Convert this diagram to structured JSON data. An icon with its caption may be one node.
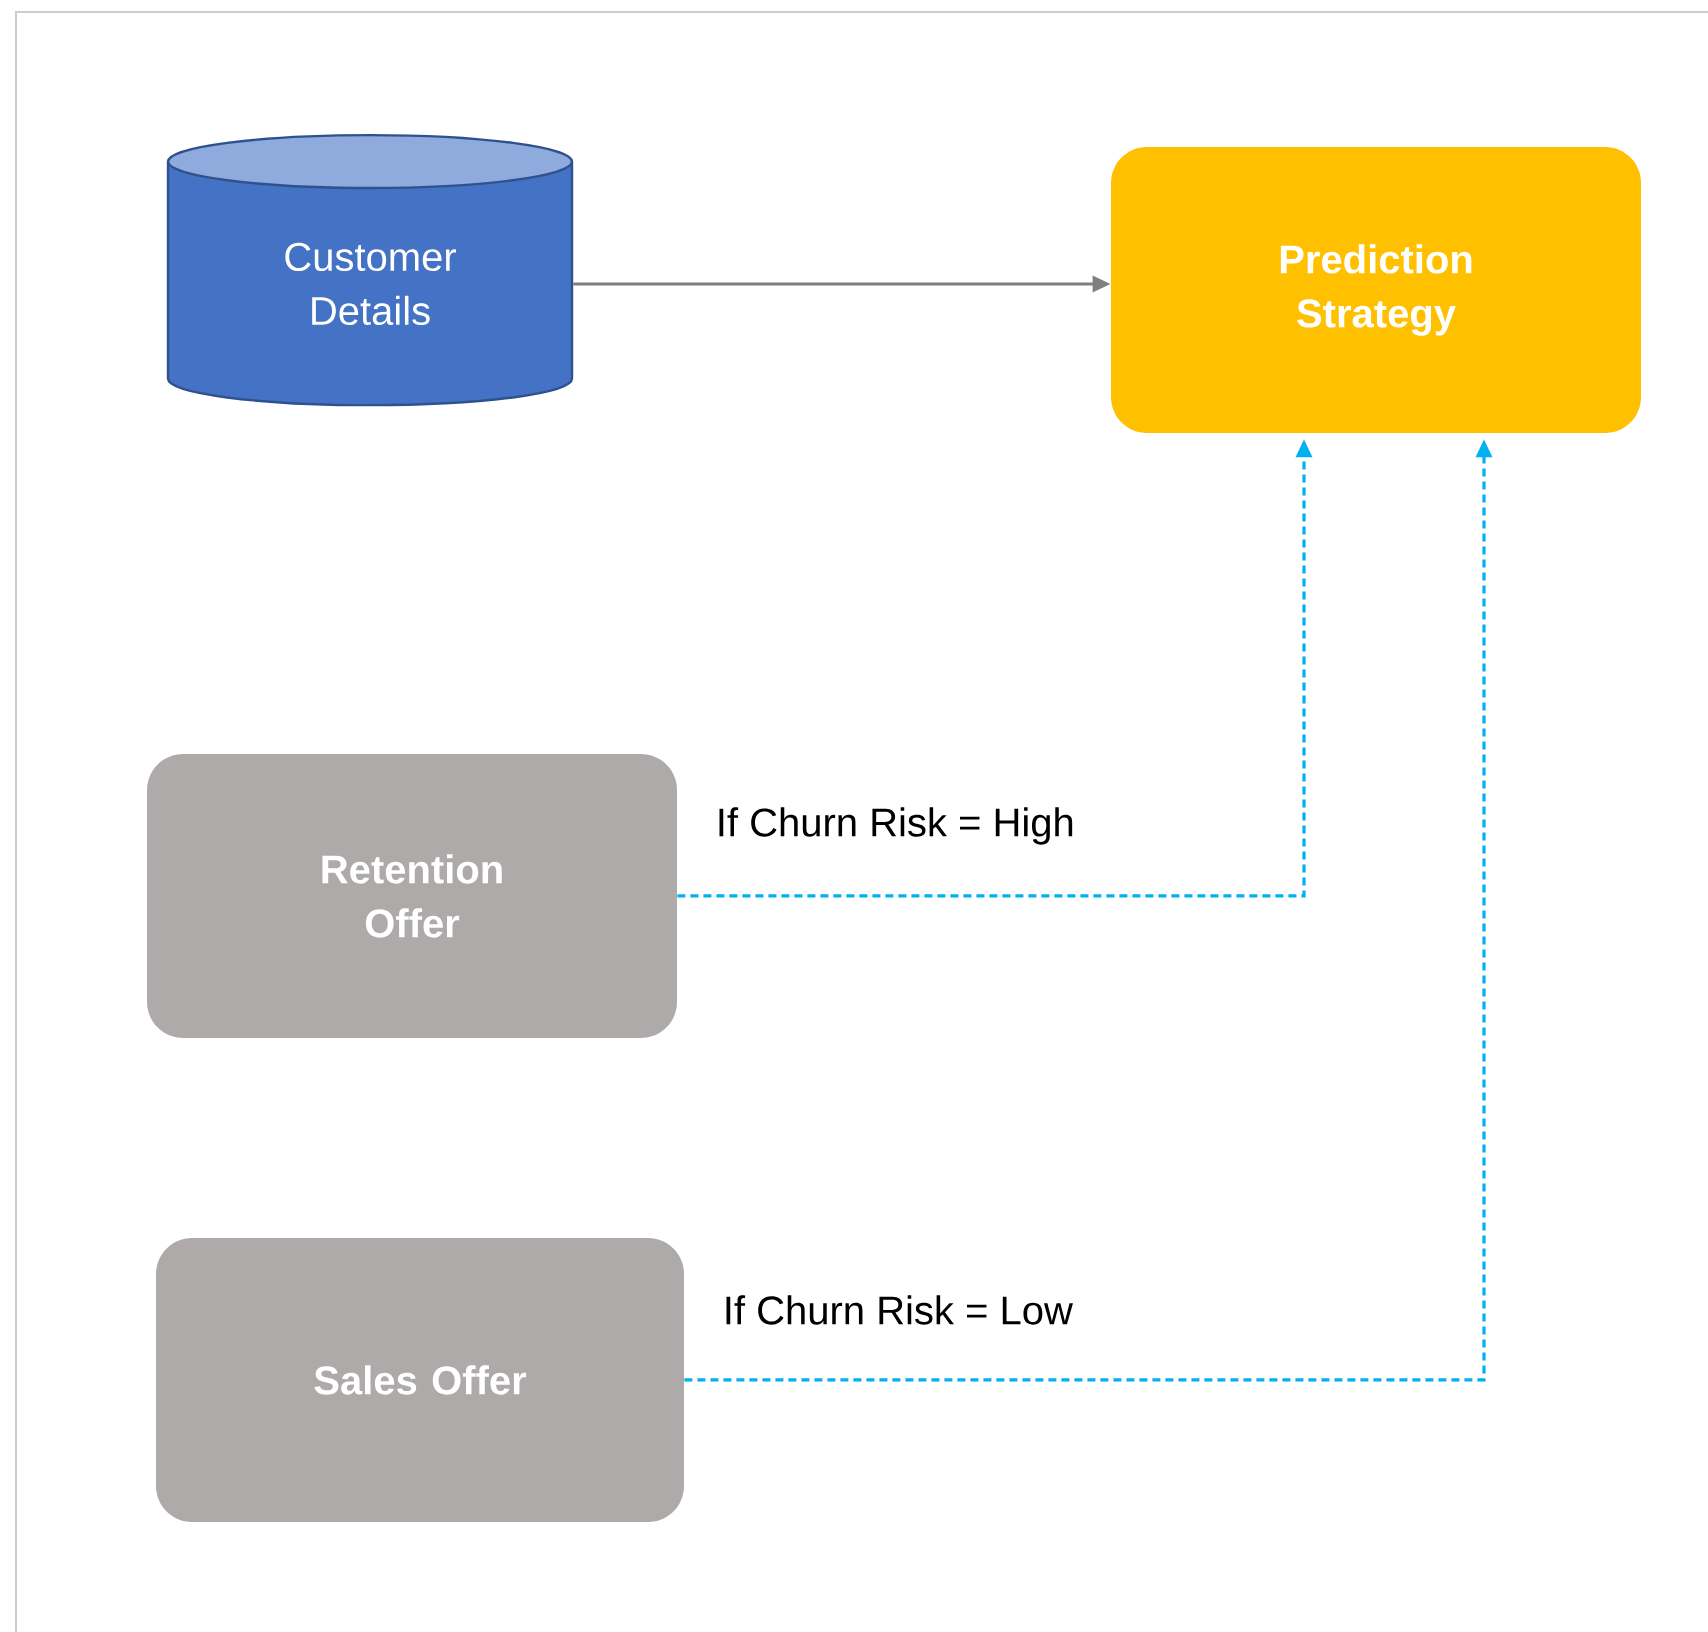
{
  "diagram": {
    "nodes": [
      {
        "text": [
          "Customer Details"
        ]
      },
      {
        "text": [
          "Prediction Strategy"
        ]
      },
      {
        "text": [
          "Retention Offer"
        ]
      },
      {
        "text": [
          "Sales Offer"
        ]
      }
    ],
    "edges": [
      {
        "from": 0,
        "to": 1,
        "arrow": "to",
        "color": "#7f7f7f"
      },
      {
        "from": 2,
        "to": 1,
        "arrow": "to",
        "label": "If Churn Risk = High",
        "style": "dashed",
        "color": "#00b0f0"
      },
      {
        "from": 3,
        "to": 1,
        "arrow": "to",
        "label": "If Churn Risk = Low",
        "style": "dashed",
        "color": "#00b0f0"
      }
    ]
  }
}
